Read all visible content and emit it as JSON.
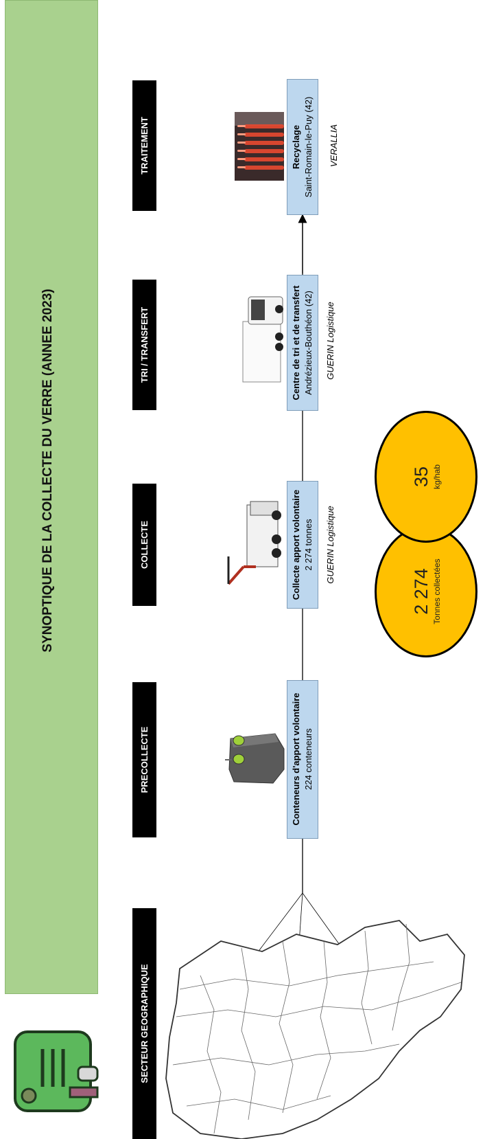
{
  "title": "SYNOPTIQUE DE LA COLLECTE DU VERRE (ANNEE 2023)",
  "stages": {
    "secteur": "SECTEUR GEOGRAPHIQUE",
    "precollecte": "PRECOLLECTE",
    "collecte": "COLLECTE",
    "tri": "TRI / TRANSFERT",
    "traitement": "TRAITEMENT"
  },
  "boxes": {
    "precollecte": {
      "title": "Conteneurs d'apport volontaire",
      "detail": "224 conteneurs"
    },
    "collecte": {
      "title": "Collecte apport volontaire",
      "detail": "2 274 tonnes",
      "operator": "GUERIN Logistique"
    },
    "tri": {
      "title": "Centre de tri et de transfert",
      "detail": "Andrézieux-Bouthéon (42)",
      "operator": "GUERIN Logistique"
    },
    "traitement": {
      "title": "Recyclage",
      "detail": "Saint-Romain-le-Puy (42)",
      "operator": "VERALLIA"
    }
  },
  "stats": {
    "tonnes_value": "2 274",
    "tonnes_label": "Tonnes collectées",
    "kg_value": "35",
    "kg_label": "kg/hab"
  },
  "colors": {
    "banner": "#a9d18e",
    "box": "#bdd7ee",
    "stat": "#ffc000",
    "header": "#000000"
  },
  "icons": [
    "glass-bin-icon",
    "territory-map",
    "container-icon",
    "crane-truck-icon",
    "semi-truck-icon",
    "glass-bottles-photo"
  ]
}
